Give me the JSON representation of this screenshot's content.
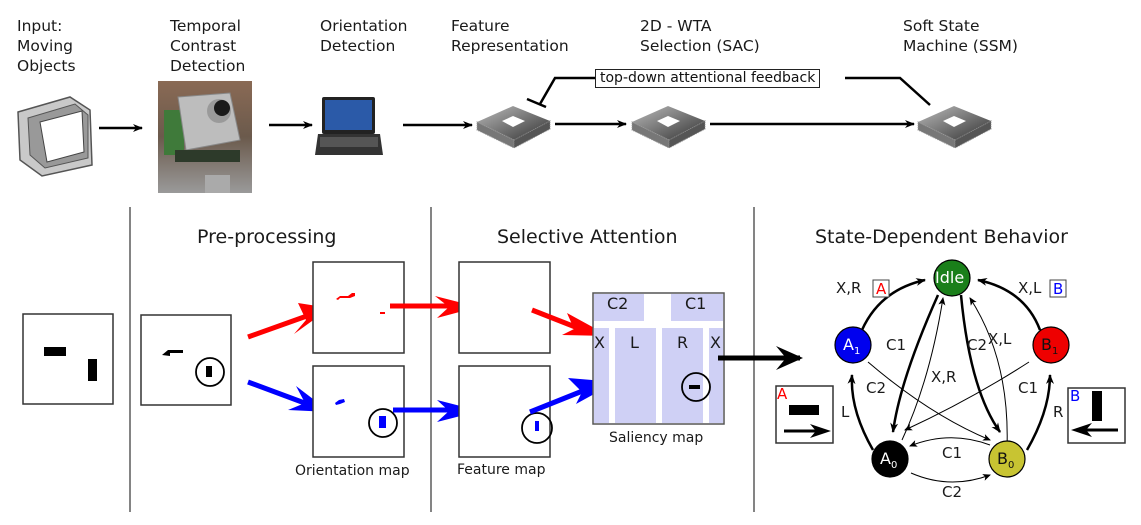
{
  "pipeline": {
    "stages": [
      {
        "id": "input",
        "label": "Input:\nMoving\nObjects",
        "icon": "crt-monitor-icon"
      },
      {
        "id": "tcd",
        "label": "Temporal\nContrast\nDetection",
        "icon": "dvs-camera-photo"
      },
      {
        "id": "orient",
        "label": "Orientation\nDetection",
        "icon": "laptop-icon"
      },
      {
        "id": "feature",
        "label": "Feature\nRepresentation",
        "icon": "chip-icon"
      },
      {
        "id": "wta",
        "label": "2D - WTA\nSelection (SAC)",
        "icon": "chip-icon"
      },
      {
        "id": "ssm",
        "label": "Soft State\nMachine (SSM)",
        "icon": "chip-icon"
      }
    ],
    "feedback_label": "top-down attentional feedback"
  },
  "sections": {
    "preprocessing": "Pre-processing",
    "selective_attention": "Selective Attention",
    "state_behavior": "State-Dependent Behavior"
  },
  "captions": {
    "orientation_map": "Orientation map",
    "feature_map": "Feature map",
    "saliency_map": "Saliency map"
  },
  "saliency": {
    "regions": [
      "C2",
      "C1",
      "X",
      "L",
      "R",
      "X"
    ]
  },
  "colors": {
    "red": "#ff0000",
    "blue": "#0000ff",
    "saliency_fill": "#cfd0f5",
    "idle": "#1a7f1a",
    "a1": "#0000ee",
    "b1": "#ee0000",
    "a0": "#000000",
    "b0": "#c8c432"
  },
  "state_machine": {
    "states": [
      {
        "id": "idle",
        "label": "Idle",
        "sub": ""
      },
      {
        "id": "a1",
        "label": "A",
        "sub": "1"
      },
      {
        "id": "b1",
        "label": "B",
        "sub": "1"
      },
      {
        "id": "a0",
        "label": "A",
        "sub": "0"
      },
      {
        "id": "b0",
        "label": "B",
        "sub": "0"
      }
    ],
    "edge_labels": {
      "a1_idle": "X,R",
      "b1_idle": "X,L",
      "idle_a0": "C1",
      "idle_b0": "C2",
      "b0_idle": "X,L",
      "a0_idle": "X,R",
      "a1_b0": "C2",
      "b1_a0": "C1",
      "a0_a1": "L",
      "b0_b1": "R",
      "b0_a0": "C1",
      "a0_b0": "C2"
    },
    "output_tags": {
      "a": "A",
      "b": "B"
    },
    "legend_a": "A",
    "legend_b": "B"
  }
}
